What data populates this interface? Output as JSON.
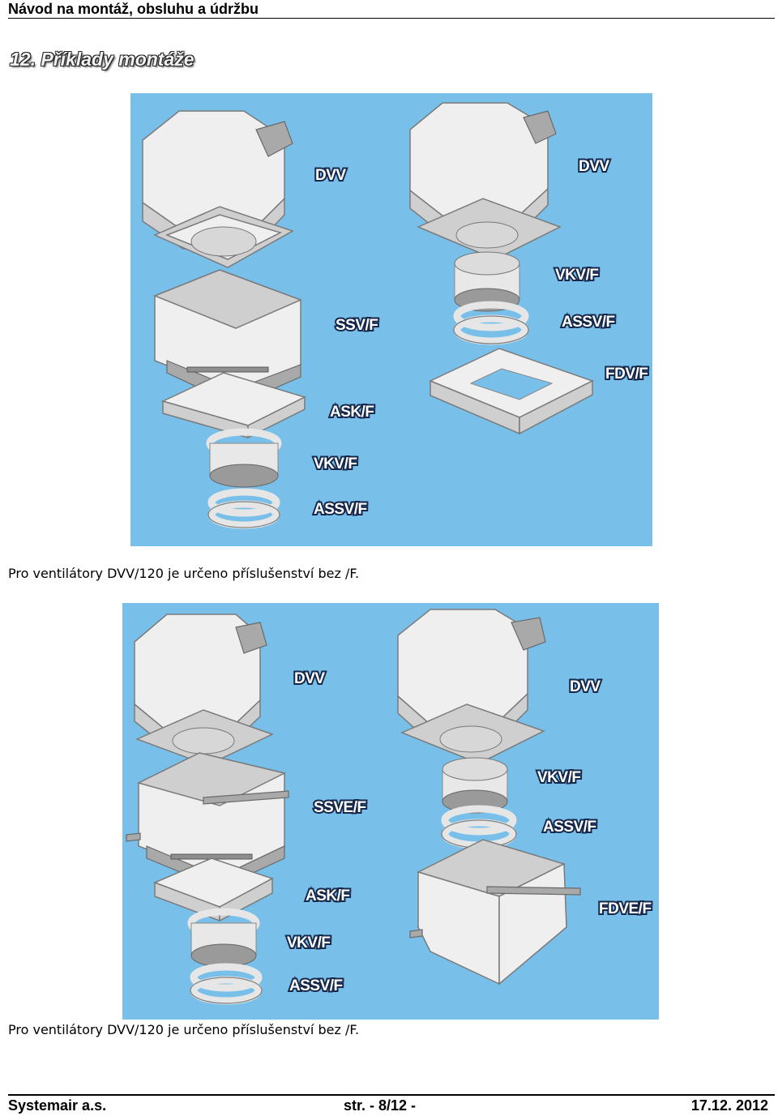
{
  "header": {
    "title": "Návod na montáž, obsluhu a údržbu"
  },
  "section": {
    "title": "12.  Příklady montáže"
  },
  "figure1": {
    "left_labels": [
      "DVV",
      "SSV/F",
      "ASK/F",
      "VKV/F",
      "ASSV/F"
    ],
    "right_labels": [
      "DVV",
      "VKV/F",
      "ASSV/F",
      "FDV/F"
    ]
  },
  "caption1": "Pro ventilátory DVV/120 je určeno příslušenství bez /F.",
  "figure2": {
    "left_labels": [
      "DVV",
      "SSVE/F",
      "ASK/F",
      "VKV/F",
      "ASSV/F"
    ],
    "right_labels": [
      "DVV",
      "VKV/F",
      "ASSV/F",
      "FDVE/F"
    ]
  },
  "caption2": "Pro ventilátory DVV/120 je určeno příslušenství bez /F.",
  "footer": {
    "company": "Systemair a.s.",
    "page": "str. - 8/12 -",
    "date": "17.12. 2012"
  },
  "colors": {
    "figure_background": "#78c0ea",
    "label_fill": "#ffffff",
    "label_outline": "#15274a"
  }
}
